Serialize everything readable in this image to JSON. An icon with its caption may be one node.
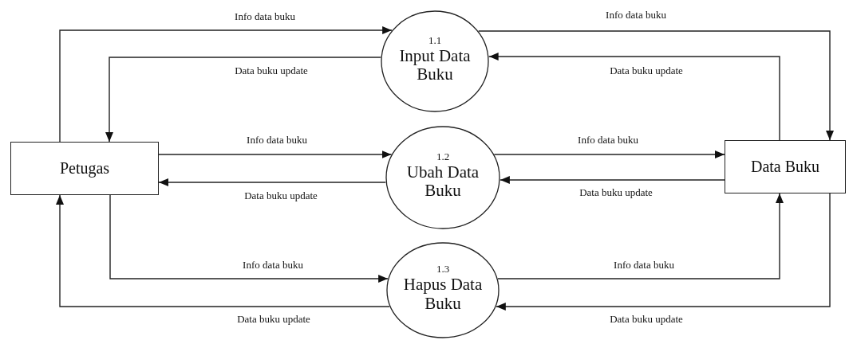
{
  "diagram": {
    "nodes": [
      {
        "text": [
          "Petugas"
        ]
      },
      {
        "text": [
          "1.1",
          "Input Data Buku"
        ]
      },
      {
        "text": [
          "1.2",
          "Ubah Data Buku"
        ]
      },
      {
        "text": [
          "1.3",
          "Hapus Data Buku"
        ]
      },
      {
        "text": [
          "Data Buku"
        ]
      }
    ],
    "edges": [
      {
        "from": 0,
        "to": 1,
        "arrow": "to",
        "label": "Info data buku"
      },
      {
        "from": 1,
        "to": 0,
        "arrow": "to",
        "label": "Data buku update"
      },
      {
        "from": 1,
        "to": 4,
        "arrow": "to",
        "label": "Info data buku"
      },
      {
        "from": 4,
        "to": 1,
        "arrow": "to",
        "label": "Data buku update"
      },
      {
        "from": 0,
        "to": 2,
        "arrow": "to",
        "label": "Info data buku"
      },
      {
        "from": 2,
        "to": 0,
        "arrow": "to",
        "label": "Data buku update"
      },
      {
        "from": 2,
        "to": 4,
        "arrow": "to",
        "label": "Info data buku"
      },
      {
        "from": 4,
        "to": 2,
        "arrow": "to",
        "label": "Data buku update"
      },
      {
        "from": 0,
        "to": 3,
        "arrow": "to",
        "label": "Info data buku"
      },
      {
        "from": 3,
        "to": 0,
        "arrow": "to",
        "label": "Data buku update"
      },
      {
        "from": 3,
        "to": 4,
        "arrow": "to",
        "label": "Info data buku"
      },
      {
        "from": 4,
        "to": 3,
        "arrow": "to",
        "label": "Data buku update"
      }
    ]
  }
}
